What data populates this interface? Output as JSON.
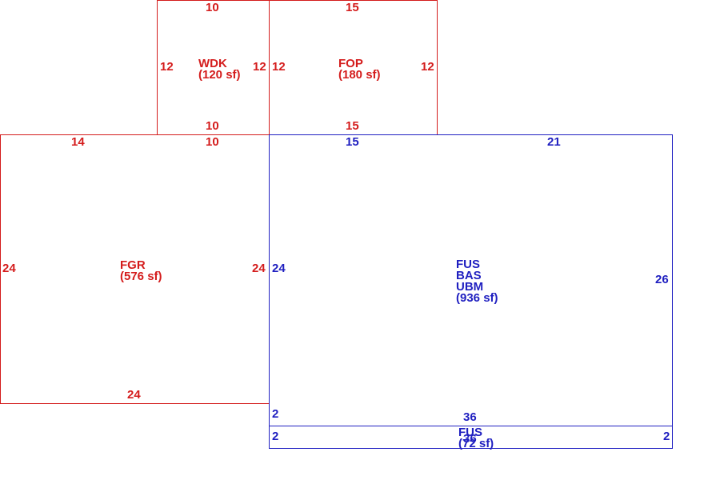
{
  "colors": {
    "garage_porch": "#d41c1c",
    "main_living": "#2121c2"
  },
  "areas": {
    "wdk": {
      "code": "WDK",
      "area": "(120 sf)",
      "dims": {
        "top": "10",
        "left": "12",
        "right": "12",
        "bottom": "10"
      }
    },
    "fop": {
      "code": "FOP",
      "area": "(180 sf)",
      "dims": {
        "top": "15",
        "left": "12",
        "right": "12",
        "bottom": "15"
      }
    },
    "fgr": {
      "code": "FGR",
      "area": "(576 sf)",
      "dims": {
        "top_left": "14",
        "top_right": "10",
        "left": "24",
        "right": "24",
        "bottom": "24"
      }
    },
    "main": {
      "codes": [
        "FUS",
        "BAS",
        "UBM"
      ],
      "area": "(936 sf)",
      "dims": {
        "top_left": "15",
        "top_right": "21",
        "left": "24",
        "right": "26",
        "bottom_left": "2",
        "bottom": "36"
      }
    },
    "strip": {
      "code": "FUS",
      "area": "(72 sf)",
      "dims": {
        "left": "2",
        "right": "2",
        "bottom": "36"
      }
    }
  }
}
